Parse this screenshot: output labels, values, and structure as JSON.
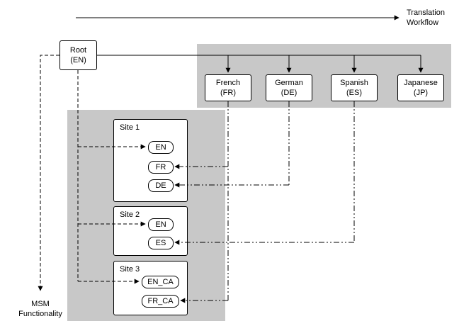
{
  "header": {
    "workflow_label_line1": "Translation",
    "workflow_label_line2": "Workflow"
  },
  "root": {
    "title": "Root",
    "locale": "(EN)"
  },
  "languages": [
    {
      "name": "French",
      "code": "(FR)"
    },
    {
      "name": "German",
      "code": "(DE)"
    },
    {
      "name": "Spanish",
      "code": "(ES)"
    },
    {
      "name": "Japanese",
      "code": "(JP)"
    }
  ],
  "sites": [
    {
      "label": "Site 1",
      "locales": [
        "EN",
        "FR",
        "DE"
      ]
    },
    {
      "label": "Site 2",
      "locales": [
        "EN",
        "ES"
      ]
    },
    {
      "label": "Site 3",
      "locales": [
        "EN_CA",
        "FR_CA"
      ]
    }
  ],
  "footer": {
    "msm_label_line1": "MSM",
    "msm_label_line2": "Functionality"
  },
  "colors": {
    "panel_gray": "#c8c8c8",
    "line_black": "#000000",
    "box_white": "#ffffff"
  }
}
